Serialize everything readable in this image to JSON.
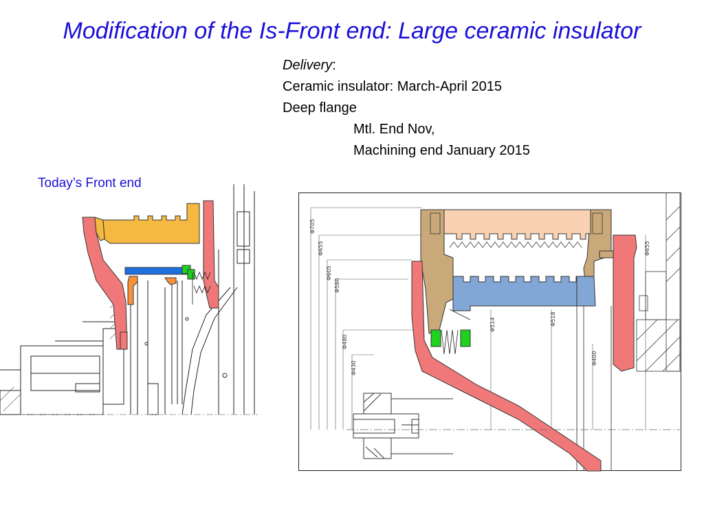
{
  "slide": {
    "title": "Modification of the Is-Front end: Large ceramic insulator",
    "delivery": {
      "label": "Delivery",
      "colon": ":",
      "lines": [
        "Ceramic insulator: March-April 2015",
        "Deep flange"
      ],
      "sub_lines": [
        "Mtl. End Nov,",
        "Machining end January 2015"
      ]
    },
    "left_caption": "Today’s Front end",
    "right_dimensions": [
      "Φ705",
      "Φ655",
      "Φ605",
      "Φ580",
      "Φ480",
      "Φ430",
      "Φ514",
      "Φ518",
      "Φ400",
      "Φ655"
    ]
  },
  "colors": {
    "title_blue": "#1a10d8",
    "red_part": "#f07878",
    "orange_part": "#f5b942",
    "blue_part": "#1e6fe0",
    "green_part": "#1fd21f",
    "bronze_part": "#c9a97a",
    "peach_part": "#f8d2b2",
    "steel_blue_part": "#82a6d6"
  }
}
